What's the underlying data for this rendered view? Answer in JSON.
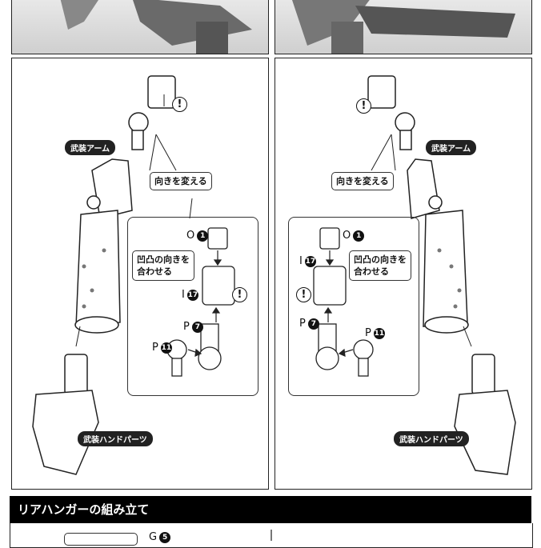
{
  "left_panel": {
    "arm_label": "武装アーム",
    "change_orientation": "向きを変える",
    "align_note_line1": "凹凸の向きを",
    "align_note_line2": "合わせる",
    "parts": [
      {
        "letter": "O",
        "number": "1"
      },
      {
        "letter": "I",
        "number": "17"
      },
      {
        "letter": "P",
        "number": "7"
      },
      {
        "letter": "P",
        "number": "11"
      }
    ],
    "hand_label": "武装ハンドパーツ"
  },
  "right_panel": {
    "arm_label": "武装アーム",
    "change_orientation": "向きを変える",
    "align_note_line1": "凹凸の向きを",
    "align_note_line2": "合わせる",
    "parts": [
      {
        "letter": "O",
        "number": "1"
      },
      {
        "letter": "I",
        "number": "17"
      },
      {
        "letter": "P",
        "number": "7"
      },
      {
        "letter": "P",
        "number": "11"
      }
    ],
    "hand_label": "武装ハンドパーツ"
  },
  "warning_symbol": "!",
  "section": {
    "title": "リアハンガーの組み立て",
    "next_part": {
      "letter": "G",
      "number": "5"
    }
  }
}
